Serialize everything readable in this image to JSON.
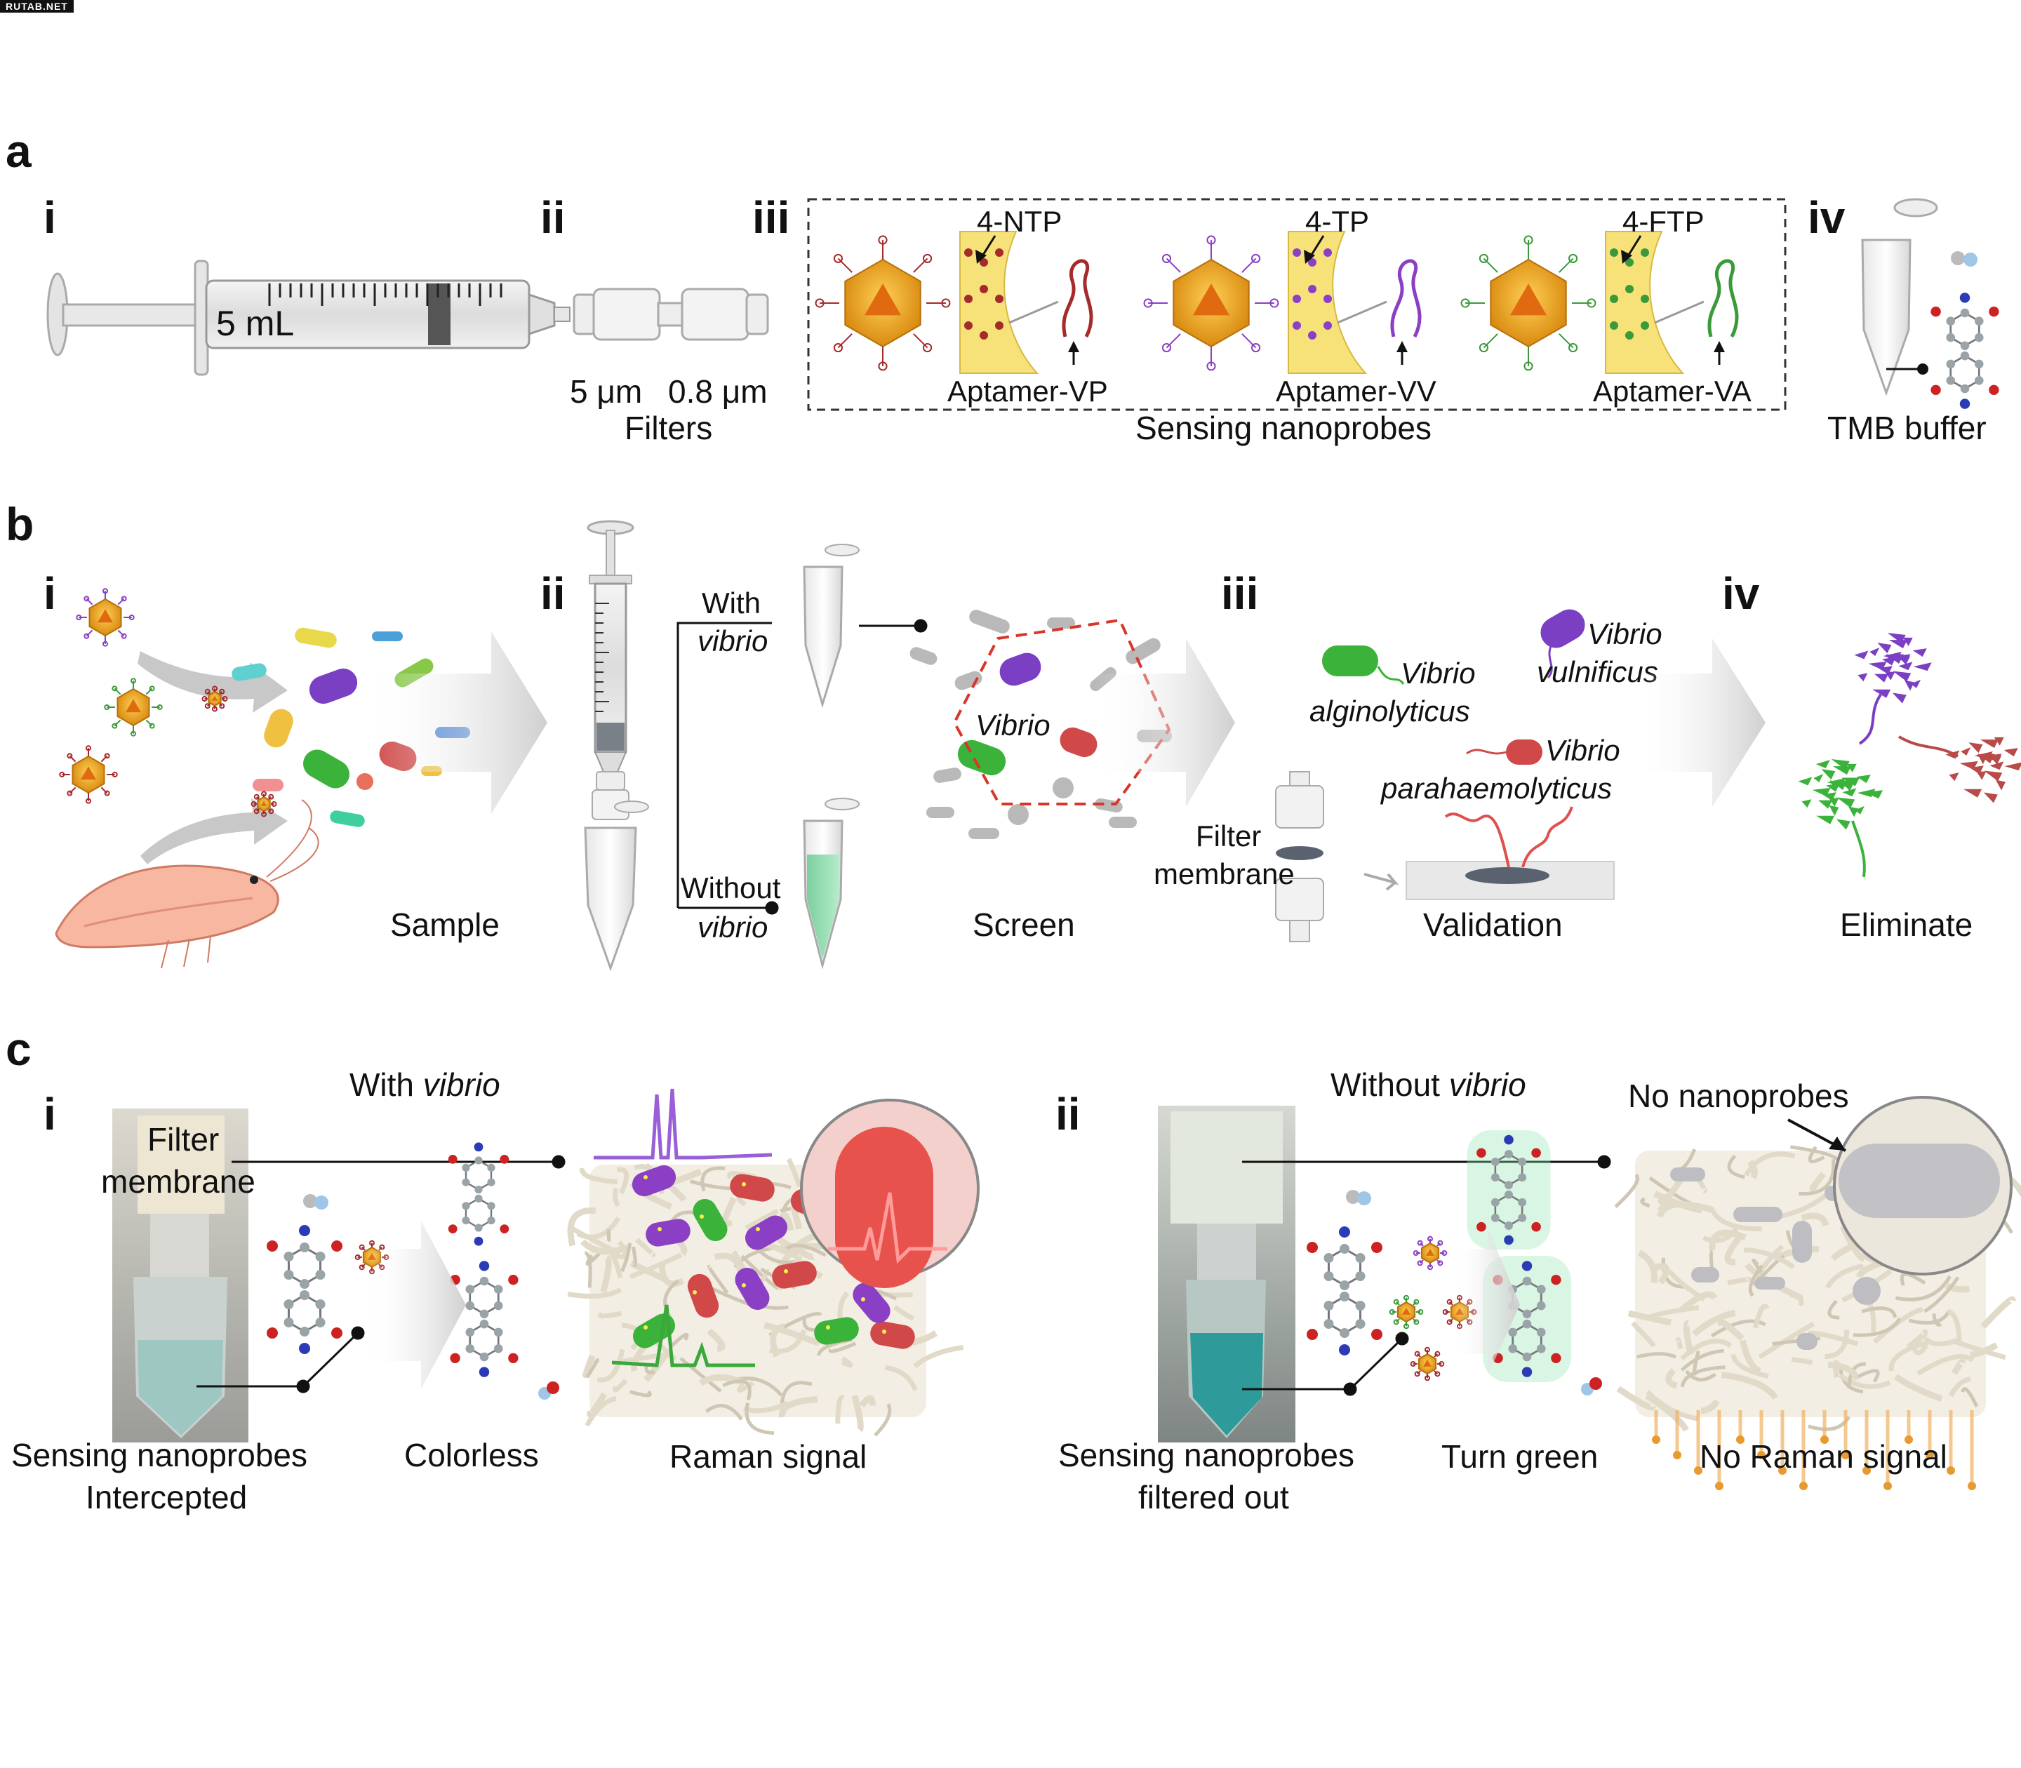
{
  "watermark": "RUTAB.NET",
  "panel_a": {
    "letter": "a",
    "i": {
      "numeral": "i",
      "syringe_volume": "5 mL"
    },
    "ii": {
      "numeral": "ii",
      "filter_size_1": "5 μm",
      "filter_size_2": "0.8 μm",
      "caption": "Filters"
    },
    "iii": {
      "numeral": "iii",
      "caption": "Sensing nanoprobes",
      "probes": [
        {
          "reporter": "4-NTP",
          "aptamer": "Aptamer-VP",
          "color": "#a52a2a"
        },
        {
          "reporter": "4-TP",
          "aptamer": "Aptamer-VV",
          "color": "#8a3fc4"
        },
        {
          "reporter": "4-FTP",
          "aptamer": "Aptamer-VA",
          "color": "#3a9a3a"
        }
      ]
    },
    "iv": {
      "numeral": "iv",
      "caption": "TMB buffer"
    }
  },
  "panel_b": {
    "letter": "b",
    "i": {
      "numeral": "i",
      "caption": "Sample"
    },
    "ii": {
      "numeral": "ii",
      "with_line1": "With",
      "with_line2": "vibrio",
      "without_line1": "Without",
      "without_line2": "vibrio"
    },
    "screen": {
      "center_label": "Vibrio",
      "caption": "Screen"
    },
    "iii": {
      "numeral": "iii",
      "species": [
        {
          "genus": "Vibrio",
          "species": "alginolyticus",
          "color": "#3bb33b"
        },
        {
          "genus": "Vibrio",
          "species": "vulnificus",
          "color": "#7b3fc4"
        },
        {
          "genus": "Vibrio",
          "species": "parahaemolyticus",
          "color": "#d04848"
        }
      ],
      "filter_line1": "Filter",
      "filter_line2": "membrane",
      "caption": "Validation"
    },
    "iv": {
      "numeral": "iv",
      "caption": "Eliminate"
    }
  },
  "panel_c": {
    "letter": "c",
    "i": {
      "numeral": "i",
      "title_plain": "With ",
      "title_italic": "vibrio",
      "filter_line1": "Filter",
      "filter_line2": "membrane",
      "caption_tube_line1": "Sensing nanoprobes",
      "caption_tube_line2": "Intercepted",
      "caption_tmb": "Colorless",
      "caption_raman": "Raman signal"
    },
    "ii": {
      "numeral": "ii",
      "title_plain": "Without ",
      "title_italic": "vibrio",
      "caption_tube_line1": "Sensing nanoprobes",
      "caption_tube_line2": "filtered out",
      "caption_tmb": "Turn green",
      "no_nanoprobes": "No nanoprobes",
      "caption_raman": "No Raman signal"
    }
  },
  "colors": {
    "nanoprobe_gold": "#e8a020",
    "nanoprobe_core": "#e06a10",
    "tmb_green": "#2e9a9a",
    "bacteria_red": "#d9534f",
    "bacteria_purple": "#7b3fc4",
    "bacteria_green": "#3bb33b",
    "fiber": "#e8e0d0"
  }
}
